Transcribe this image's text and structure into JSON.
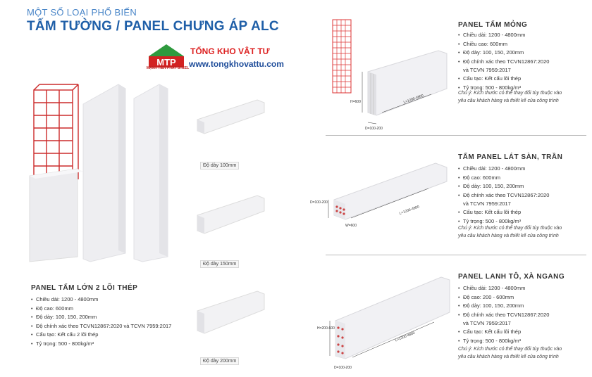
{
  "header": {
    "subtitle": "MỘT SỐ LOẠI PHỔ BIẾN",
    "title": "TẤM TƯỜNG / PANEL CHƯNG ÁP ALC"
  },
  "brand": {
    "logo_text": "MTP",
    "logo_sub": "MẠNH TIẾN PHÁT STEEL",
    "name": "TỔNG KHO VẬT TƯ",
    "website": "www.tongkhovattu.com",
    "colors": {
      "red": "#d22222",
      "green": "#2e9a3e",
      "blue": "#1f4d9a"
    }
  },
  "thickness_samples": [
    {
      "caption": "Độ dày 100mm"
    },
    {
      "caption": "Độ dày 150mm"
    },
    {
      "caption": "Độ dày 200mm"
    }
  ],
  "panel_large": {
    "title": "PANEL TẤM LỚN 2 LÕI THÉP",
    "specs": [
      "Chiều dài: 1200 - 4800mm",
      "Độ cao: 600mm",
      "Độ dày: 100, 150, 200mm",
      "Độ chính xác theo TCVN12867:2020 và TCVN 7959:2017",
      "Cấu tạo: Kết cấu 2 lõi thép",
      "Tỷ trọng: 500 - 800kg/m³"
    ]
  },
  "panel_thin": {
    "title": "PANEL TẤM MỎNG",
    "specs": [
      "Chiều dài: 1200 - 4800mm",
      "Chiều cao: 600mm",
      "Độ dày: 100, 150, 200mm",
      "Độ chính xác theo TCVN12867:2020",
      "và TCVN 7959:2017",
      "Cấu tạo: Kết cấu lõi thép",
      "Tỷ trọng: 500 - 800kg/m³"
    ],
    "note": [
      "Chú ý: Kích thước có thể thay đổi tùy thuộc vào",
      "yêu cầu khách hàng và thiết kế của công trình"
    ],
    "dims": {
      "height": "H=600",
      "length": "L=1200-4800",
      "thickness": "D=100-200"
    }
  },
  "panel_floor": {
    "title": "TẤM PANEL LÁT SÀN, TRẦN",
    "specs": [
      "Chiều dài: 1200 - 4800mm",
      "Độ cao: 600mm",
      "Độ dày: 100, 150, 200mm",
      "Độ chính xác theo TCVN12867:2020",
      "và TCVN 7959:2017",
      "Cấu tạo: Kết cấu lõi thép",
      "Tỷ trọng: 500 - 800kg/m³"
    ],
    "note": [
      "Chú ý: Kích thước có thể thay đổi tùy thuộc vào",
      "yêu cầu khách hàng và thiết kế của công trình"
    ],
    "dims": {
      "thickness": "D=100-200",
      "width": "W=600",
      "length": "L=1200-4800"
    }
  },
  "panel_lintel": {
    "title": "PANEL LANH TÔ, XÀ NGANG",
    "specs": [
      "Chiều dài: 1200 - 4800mm",
      "Độ cao: 200 - 600mm",
      "Độ dày: 100, 150, 200mm",
      "Độ chính xác theo TCVN12867:2020",
      "và TCVN 7959:2017",
      "Cấu tạo: Kết cấu lõi thép",
      "Tỷ trọng: 500 - 800kg/m³"
    ],
    "note": [
      "Chú ý: Kích thước có thể thay đổi tùy thuộc vào",
      "yêu cầu khách hàng và thiết kế của công trình"
    ],
    "dims": {
      "height": "H=200-600",
      "length": "L=1200-4800",
      "thickness": "D=100-200"
    }
  }
}
